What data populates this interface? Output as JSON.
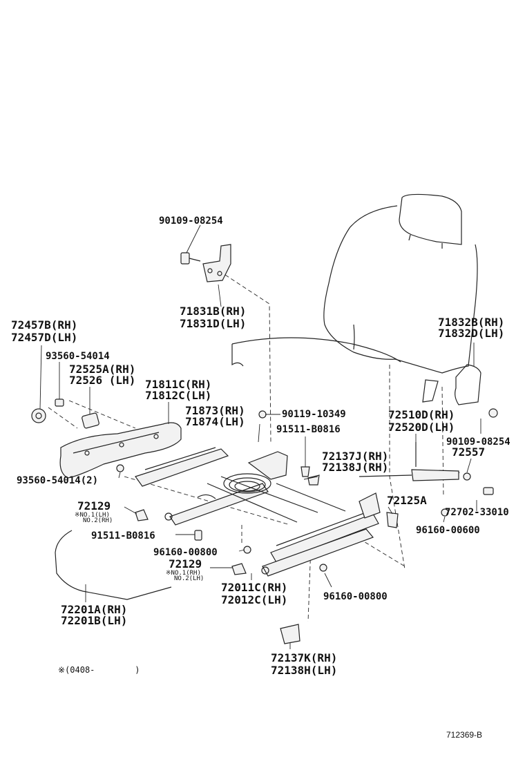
{
  "diagram_id": "712369-B",
  "note": "※(0408-        )",
  "callouts": {
    "bolt_top": "90109-08254",
    "hinge_cover_rh": "71831B(RH)",
    "hinge_cover_lh": "71831D(LH)",
    "knob_rh": "72457B(RH)",
    "knob_lh": "72457D(LH)",
    "nut_93560": "93560-54014",
    "lever_rh": "72525A(RH)",
    "lever_lh": "72526    (LH)",
    "shield_rh": "71811C(RH)",
    "shield_lh": "71812C(LH)",
    "cover_rh": "71873(RH)",
    "cover_lh": "71874(LH)",
    "bolt_90119": "90119-10349",
    "bolt_91511_a": "91511-B0816",
    "hinge_rh": "71832B(RH)",
    "hinge_lh": "71832D(LH)",
    "recliner_rh": "72510D(RH)",
    "recliner_lh": "72520D(LH)",
    "bolt_right": "90109-08254",
    "cable_72557": "72557",
    "bracket_j_rh": "72137J(RH)",
    "bracket_j_lh": "72138J(RH)",
    "nut_93560_2": "93560-54014(2)",
    "adjuster_72125A": "72125A",
    "bolt_72702": "72702-33010",
    "clip_72129_a": "72129",
    "clip_72129_a_n1": "※NO.1(LH)",
    "clip_72129_a_n2": "NO.2(RH)",
    "bolt_91511_b": "91511-B0816",
    "nut_96160_600": "96160-00600",
    "nut_96160_800_a": "96160-00800",
    "clip_72129_b": "72129",
    "clip_72129_b_n1": "※NO.1(RH)",
    "clip_72129_b_n2": "NO.2(LH)",
    "track_rh": "72011C(RH)",
    "track_lh": "72012C(LH)",
    "nut_96160_800_b": "96160-00800",
    "wire_rh": "72201A(RH)",
    "wire_lh": "72201B(LH)",
    "bracket_k_rh": "72137K(RH)",
    "bracket_k_lh": "72138H(LH)"
  }
}
